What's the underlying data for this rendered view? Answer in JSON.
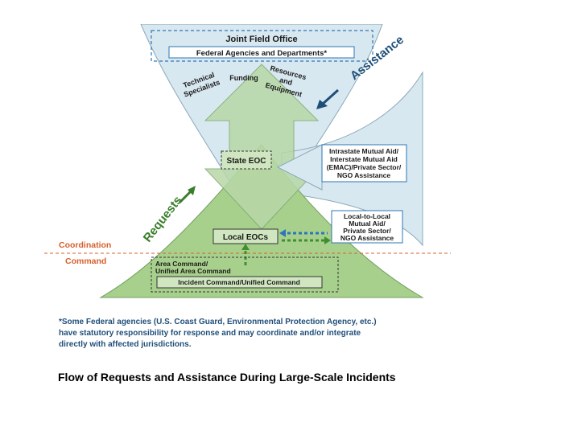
{
  "diagram": {
    "joint_field_office": "Joint Field Office",
    "federal_agencies": "Federal Agencies and Departments*",
    "resource_labels": {
      "technical": [
        "Technical",
        "Specialists"
      ],
      "funding": "Funding",
      "resources": [
        "Resources",
        "and",
        "Equipment"
      ]
    },
    "assistance_label": "Assistance",
    "requests_label": "Requests",
    "state_eoc": "State EOC",
    "local_eocs": "Local EOCs",
    "intrastate_box": [
      "Intrastate Mutual Aid/",
      "Interstate Mutual Aid",
      "(EMAC)/Private Sector/",
      "NGO Assistance"
    ],
    "local_box": [
      "Local-to-Local",
      "Mutual Aid/",
      "Private Sector/",
      "NGO Assistance"
    ],
    "coordination_label": "Coordination",
    "command_label": "Command",
    "area_command": [
      "Area Command/",
      "Unified Area Command"
    ],
    "incident_command": "Incident Command/Unified Command",
    "footnote": [
      "*Some Federal agencies (U.S. Coast Guard, Environmental Protection Agency, etc.)",
      "have statutory responsibility for response and may coordinate and/or integrate",
      "directly with affected jurisdictions."
    ]
  },
  "caption": "Flow of Requests and Assistance During Large-Scale Incidents",
  "colors": {
    "light_blue": "#d8e8f0",
    "light_green": "#a8d08d",
    "medium_green": "#8fc47a",
    "blue_text": "#1f4e79",
    "orange": "#d65f2a",
    "green_text": "#3a7d2c",
    "dashed_blue": "#2e75b6",
    "dashed_green": "#3f8f2f"
  }
}
